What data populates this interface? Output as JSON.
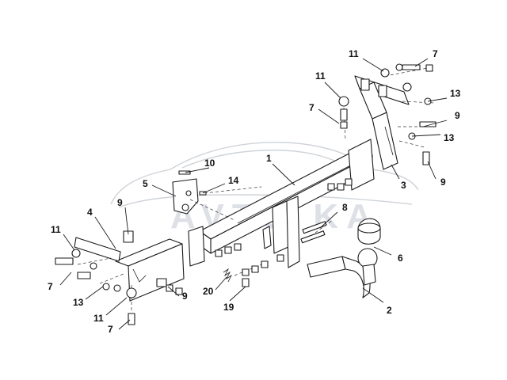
{
  "diagram": {
    "watermark_text": "AVTO  KA",
    "callouts": {
      "c1": "1",
      "c2": "2",
      "c3": "3",
      "c4": "4",
      "c5": "5",
      "c6": "6",
      "c7a": "7",
      "c7b": "7",
      "c7c": "7",
      "c7d": "7",
      "c8": "8",
      "c9a": "9",
      "c9b": "9",
      "c9c": "9",
      "c9d": "9",
      "c10": "10",
      "c11a": "11",
      "c11b": "11",
      "c11c": "11",
      "c11d": "11",
      "c13a": "13",
      "c13b": "13",
      "c13c": "13",
      "c14": "14",
      "c19": "19",
      "c20": "20"
    }
  }
}
